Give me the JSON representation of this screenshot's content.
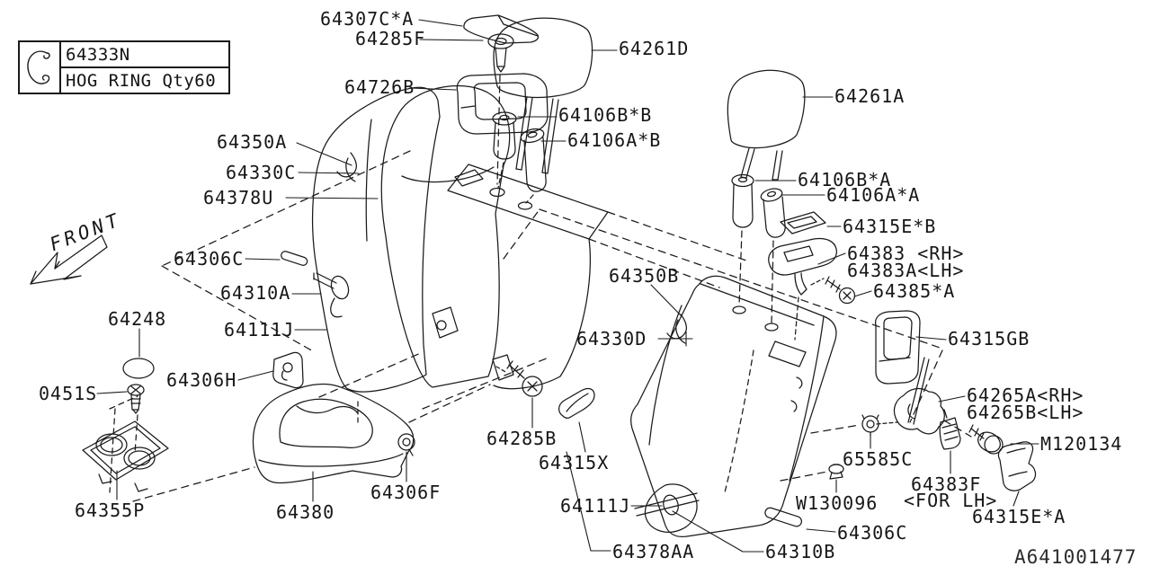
{
  "diagram": {
    "drawing_number": "A641001477",
    "front_label": "FRONT",
    "legend": {
      "part_number": "64333N",
      "description": "HOG RING Qty60",
      "icon": "hog-ring-icon"
    },
    "labels": [
      {
        "text": "64307C*A"
      },
      {
        "text": "64285F"
      },
      {
        "text": "64726B"
      },
      {
        "text": "64261D"
      },
      {
        "text": "64261A"
      },
      {
        "text": "64106B*B"
      },
      {
        "text": "64106A*B"
      },
      {
        "text": "64350A"
      },
      {
        "text": "64330C"
      },
      {
        "text": "64378U"
      },
      {
        "text": "64106B*A"
      },
      {
        "text": "64106A*A"
      },
      {
        "text": "64315E*B"
      },
      {
        "text": "64383 <RH>"
      },
      {
        "text": "64383A<LH>"
      },
      {
        "text": "64385*A"
      },
      {
        "text": "64306C"
      },
      {
        "text": "64310A"
      },
      {
        "text": "64248"
      },
      {
        "text": "64111J"
      },
      {
        "text": "64350B"
      },
      {
        "text": "64330D"
      },
      {
        "text": "64315GB"
      },
      {
        "text": "64306H"
      },
      {
        "text": "0451S"
      },
      {
        "text": "64265A<RH>"
      },
      {
        "text": "64265B<LH>"
      },
      {
        "text": "M120134"
      },
      {
        "text": "65585C"
      },
      {
        "text": "64285B"
      },
      {
        "text": "64315X"
      },
      {
        "text": "64355P"
      },
      {
        "text": "64380"
      },
      {
        "text": "64306F"
      },
      {
        "text": "64111J"
      },
      {
        "text": "W130096"
      },
      {
        "text": "64383F"
      },
      {
        "text": "<FOR LH>"
      },
      {
        "text": "64306C"
      },
      {
        "text": "64310B"
      },
      {
        "text": "64378AA"
      },
      {
        "text": "64315E*A"
      }
    ]
  }
}
